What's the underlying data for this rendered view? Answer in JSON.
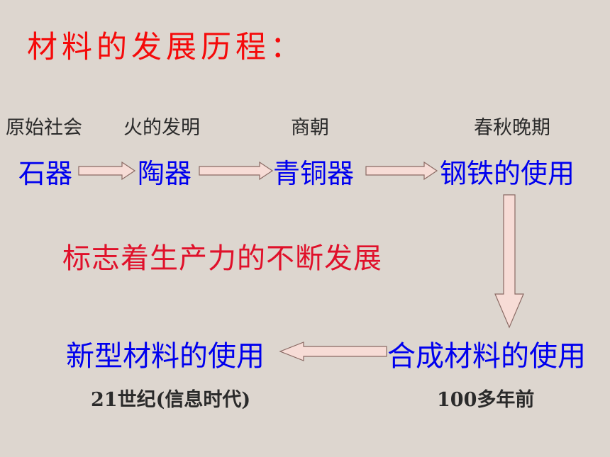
{
  "title": "材料的发展历程：",
  "eras": {
    "stone_age": "原始社会",
    "fire_invention": "火的发明",
    "shang": "商朝",
    "late_spring_autumn": "春秋晚期"
  },
  "materials": {
    "stone": "石器",
    "pottery": "陶器",
    "bronze": "青铜器",
    "iron": "钢铁的使用",
    "synthetic": "合成材料的使用",
    "new": "新型材料的使用"
  },
  "significance": "标志着生产力的不断发展",
  "captions": {
    "new_era": "21世纪(信息时代)",
    "synthetic_era": "100多年前"
  },
  "colors": {
    "background": "#ddd6cf",
    "title": "#f50a0a",
    "material_text": "#0000ee",
    "significance_text": "#e0102a",
    "arrow_fill": "#f7dcd6",
    "arrow_stroke": "#8a6a64"
  }
}
